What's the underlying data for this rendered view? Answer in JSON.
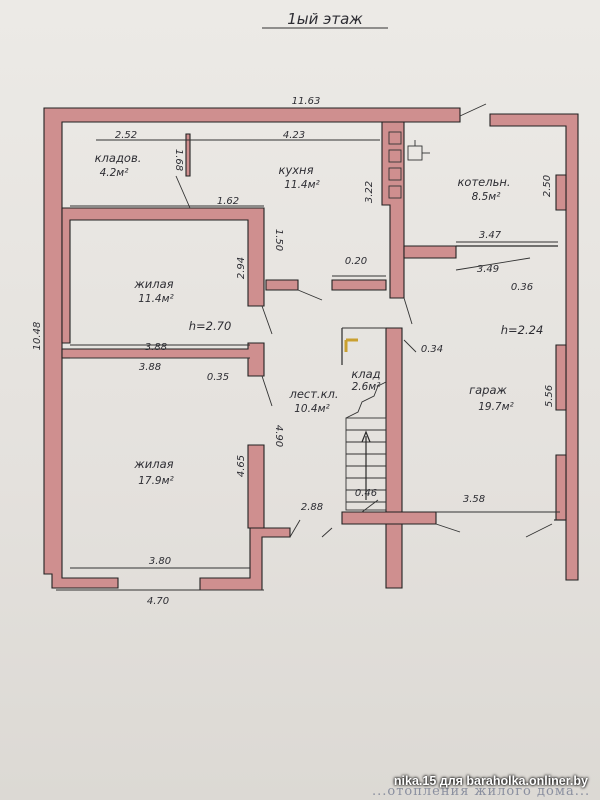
{
  "title": "1ый этаж",
  "rooms": [
    {
      "id": "storage1",
      "name": "кладов.",
      "area": "4.2м²"
    },
    {
      "id": "kitchen",
      "name": "кухня",
      "area": "11.4м²"
    },
    {
      "id": "boiler",
      "name": "котельн.",
      "area": "8.5м²"
    },
    {
      "id": "living1",
      "name": "жилая",
      "area": "11.4м²"
    },
    {
      "id": "living2",
      "name": "жилая",
      "area": "17.9м²"
    },
    {
      "id": "stairhall",
      "name": "лест.кл.",
      "area": "10.4м²"
    },
    {
      "id": "storage2",
      "name": "клад",
      "area": "2.6м²"
    },
    {
      "id": "garage",
      "name": "гараж",
      "area": "19.7м²"
    }
  ],
  "heights": {
    "left": "h=2.70",
    "right": "h=2.24"
  },
  "dimensions": {
    "top_total": "11.63",
    "d_2_52": "2.52",
    "d_1_68": "1.68",
    "d_4_23": "4.23",
    "d_3_22": "3.22",
    "d_2_50": "2.50",
    "d_1_62": "1.62",
    "d_1_50": "1.50",
    "d_2_94": "2.94",
    "d_0_20": "0.20",
    "d_3_47": "3.47",
    "d_3_49": "3.49",
    "d_0_36": "0.36",
    "d_10_48": "10.48",
    "d_3_88a": "3.88",
    "d_3_88b": "3.88",
    "d_0_35": "0.35",
    "d_0_34": "0.34",
    "d_4_90": "4.90",
    "d_4_65": "4.65",
    "d_5_56": "5.56",
    "d_0_46": "0.46",
    "d_3_58": "3.58",
    "d_2_88": "2.88",
    "d_3_80": "3.80",
    "d_4_70": "4.70"
  },
  "watermark": "nika.15 для baraholka.onliner.by",
  "footer": "...отопления жилого дома..."
}
